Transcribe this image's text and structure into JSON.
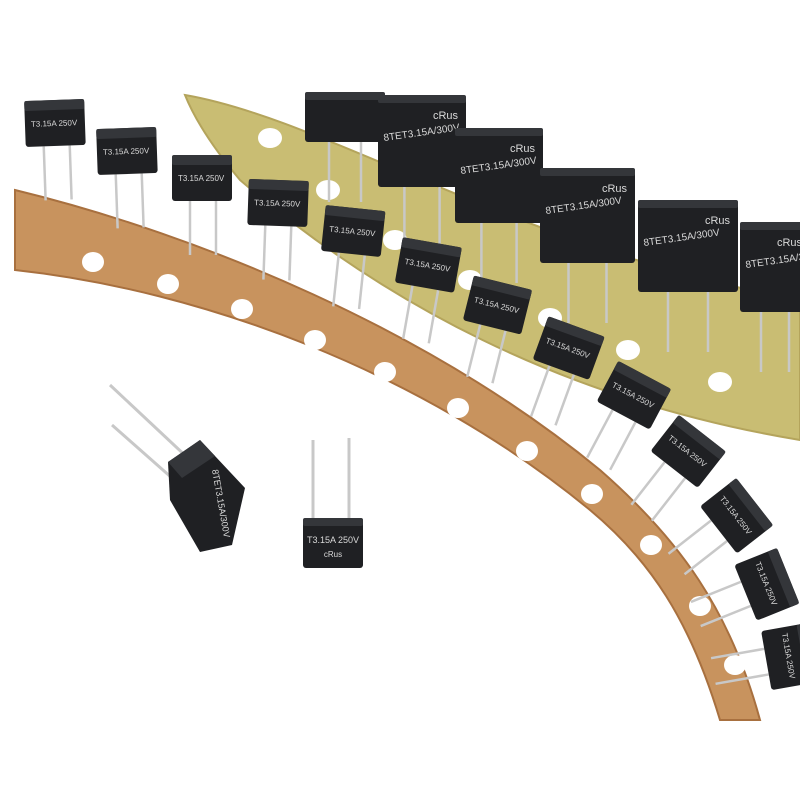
{
  "colors": {
    "background": "#ffffff",
    "brown_tape": "#c8935e",
    "brown_tape_edge": "#a8703f",
    "yellow_tape": "#c9bd73",
    "yellow_tape_edge": "#b4a45c",
    "fuse_body": "#1f2023",
    "fuse_top": "#34363a",
    "lead_wire": "#c8c8c8",
    "hole": "#ffffff"
  },
  "fuse_markings": {
    "small_front": "T3.15A 250V",
    "small_front_cert": "cRus",
    "large_row": "8TET3.15A/300V",
    "large_row_cert": "cRus",
    "small_row": "T3.15A 250V",
    "side_fuse": "8TET3.15A/300V"
  },
  "icons": [
    "fuse-component",
    "carrier-tape",
    "sprocket-hole",
    "lead-wire"
  ]
}
